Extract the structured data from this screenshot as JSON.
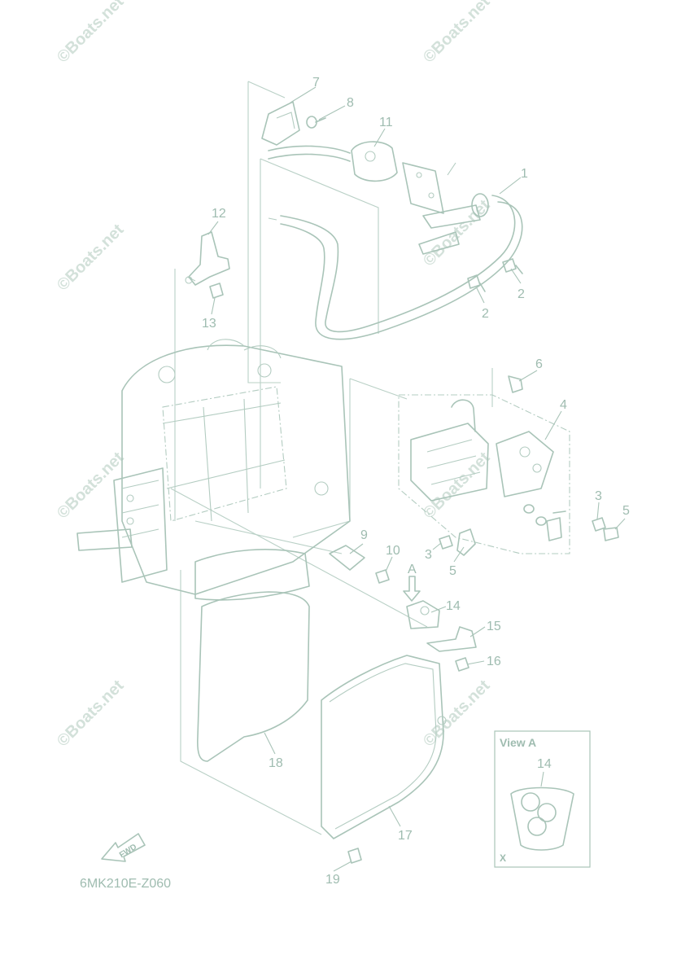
{
  "callouts": {
    "c1": "1",
    "c2a": "2",
    "c2b": "2",
    "c3a": "3",
    "c3b": "3",
    "c4": "4",
    "c5a": "5",
    "c5b": "5",
    "c6": "6",
    "c7": "7",
    "c8": "8",
    "c9": "9",
    "c10": "10",
    "c11": "11",
    "c12": "12",
    "c13": "13",
    "c14": "14",
    "c15": "15",
    "c16": "16",
    "c17": "17",
    "c18": "18",
    "c19": "19"
  },
  "view_marker": "A",
  "view_box": {
    "title": "View A",
    "part": "14",
    "corner": "X"
  },
  "fwd_label": "FWD",
  "diagram_code": "6MK210E-Z060",
  "watermark": "©Boats.net",
  "colors": {
    "line": "#a9c4b8",
    "text": "#9fbcb0",
    "watermark": "#d3e1da"
  }
}
